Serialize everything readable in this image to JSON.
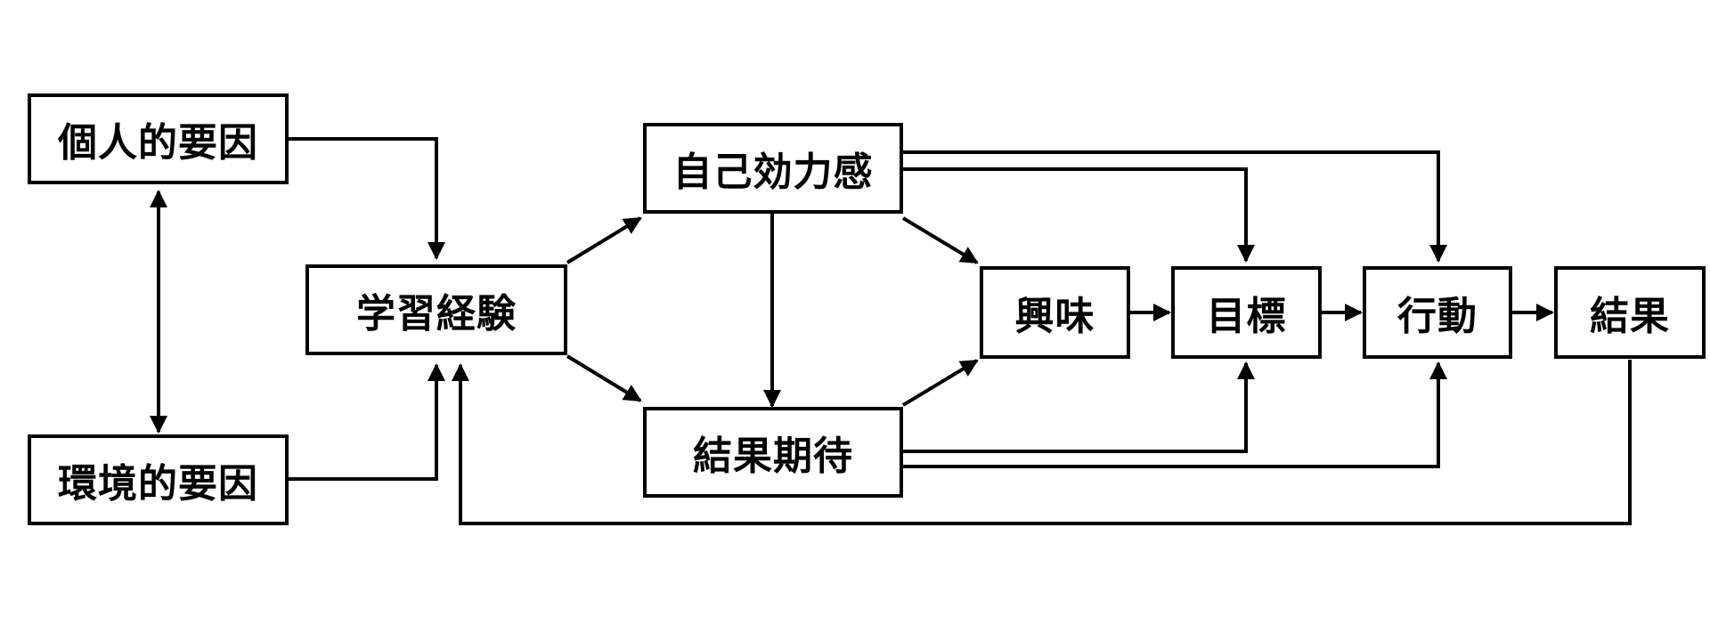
{
  "diagram": {
    "nodes": {
      "personal": "個人的要因",
      "environment": "環境的要因",
      "learning": "学習経験",
      "efficacy": "自己効力感",
      "expectation": "結果期待",
      "interest": "興味",
      "goal": "目標",
      "action": "行動",
      "result": "結果"
    }
  }
}
